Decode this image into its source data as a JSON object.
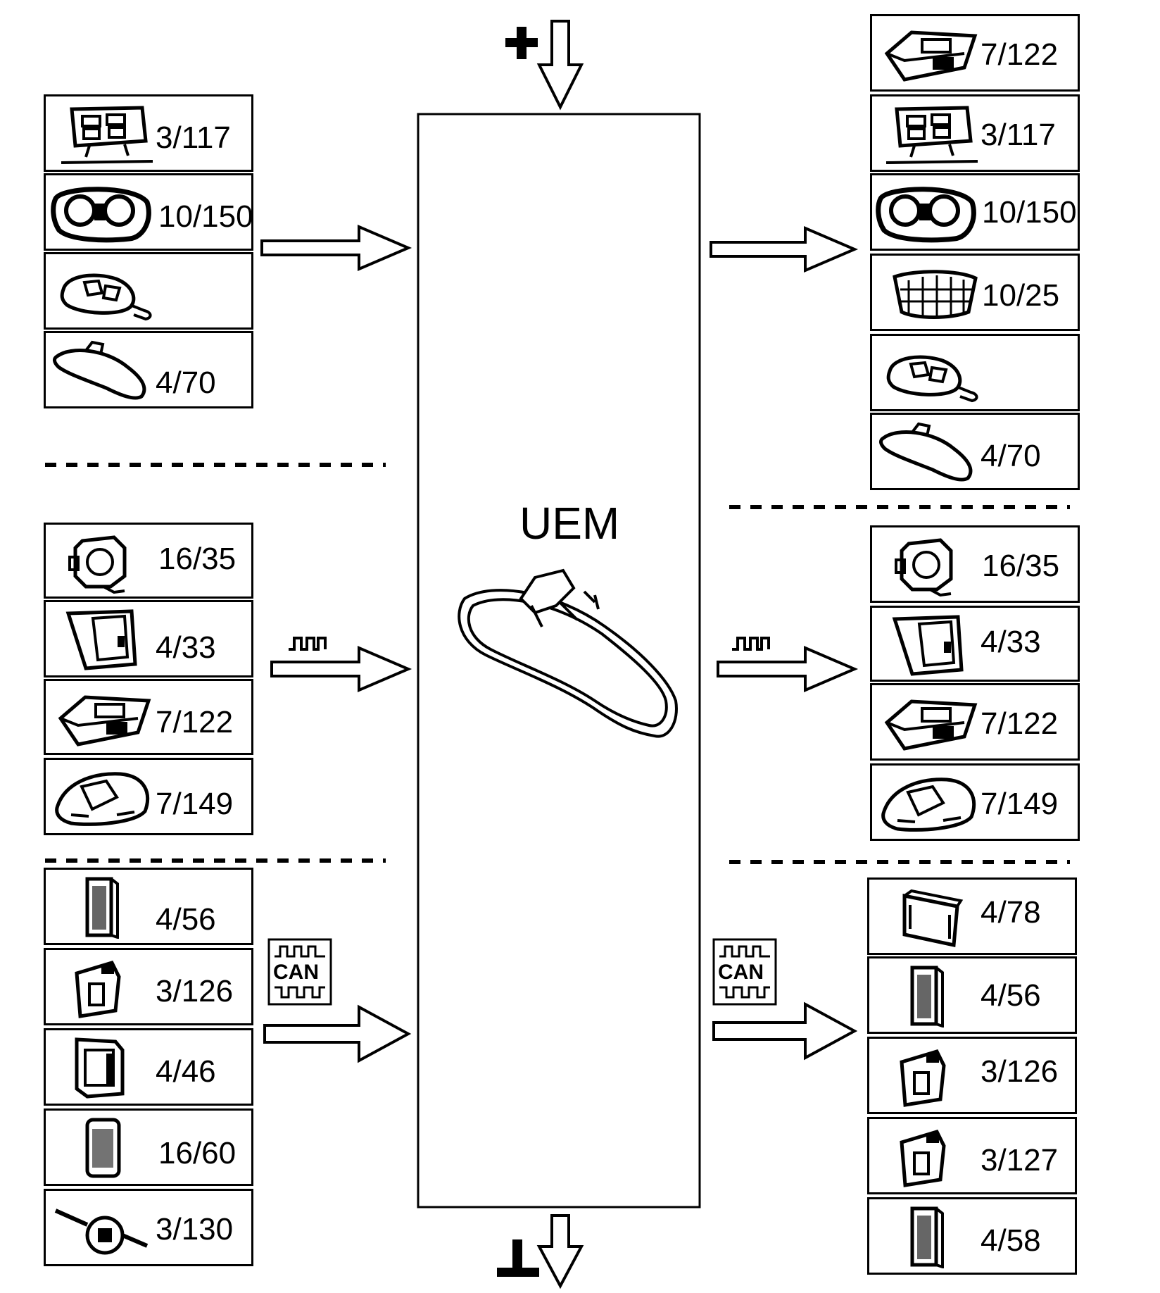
{
  "module": {
    "label": "UEM",
    "icon": "rearview-mirror-icon"
  },
  "power": {
    "supply_symbol": "+",
    "ground_symbol": "⊥"
  },
  "inputs": {
    "group1": [
      {
        "code": "3/117",
        "icon": "control-panel-icon"
      },
      {
        "code": "10/150",
        "icon": "instrument-cluster-icon"
      },
      {
        "code": "",
        "icon": "remote-key-icon"
      },
      {
        "code": "4/70",
        "icon": "rearview-mirror-icon"
      }
    ],
    "group2": [
      {
        "code": "16/35",
        "icon": "sensor-icon"
      },
      {
        "code": "4/33",
        "icon": "door-module-icon"
      },
      {
        "code": "7/122",
        "icon": "switch-pack-icon"
      },
      {
        "code": "7/149",
        "icon": "housing-icon"
      }
    ],
    "group3": [
      {
        "code": "4/56",
        "icon": "connector-module-icon"
      },
      {
        "code": "3/126",
        "icon": "control-unit-icon"
      },
      {
        "code": "4/46",
        "icon": "ecu-icon"
      },
      {
        "code": "16/60",
        "icon": "relay-module-icon"
      },
      {
        "code": "3/130",
        "icon": "steering-switch-icon"
      }
    ]
  },
  "outputs": {
    "group1": [
      {
        "code": "7/122",
        "icon": "switch-pack-icon"
      },
      {
        "code": "3/117",
        "icon": "control-panel-icon"
      },
      {
        "code": "10/150",
        "icon": "instrument-cluster-icon"
      },
      {
        "code": "10/25",
        "icon": "grille-icon"
      },
      {
        "code": "",
        "icon": "remote-key-icon"
      },
      {
        "code": "4/70",
        "icon": "rearview-mirror-icon"
      }
    ],
    "group2": [
      {
        "code": "16/35",
        "icon": "sensor-icon"
      },
      {
        "code": "4/33",
        "icon": "door-module-icon"
      },
      {
        "code": "7/122",
        "icon": "switch-pack-icon"
      },
      {
        "code": "7/149",
        "icon": "housing-icon"
      }
    ],
    "group3": [
      {
        "code": "4/78",
        "icon": "control-box-icon"
      },
      {
        "code": "4/56",
        "icon": "connector-module-icon"
      },
      {
        "code": "3/126",
        "icon": "control-unit-icon"
      },
      {
        "code": "3/127",
        "icon": "control-unit-icon"
      },
      {
        "code": "4/58",
        "icon": "connector-module-icon"
      }
    ]
  },
  "can_label": "CAN"
}
